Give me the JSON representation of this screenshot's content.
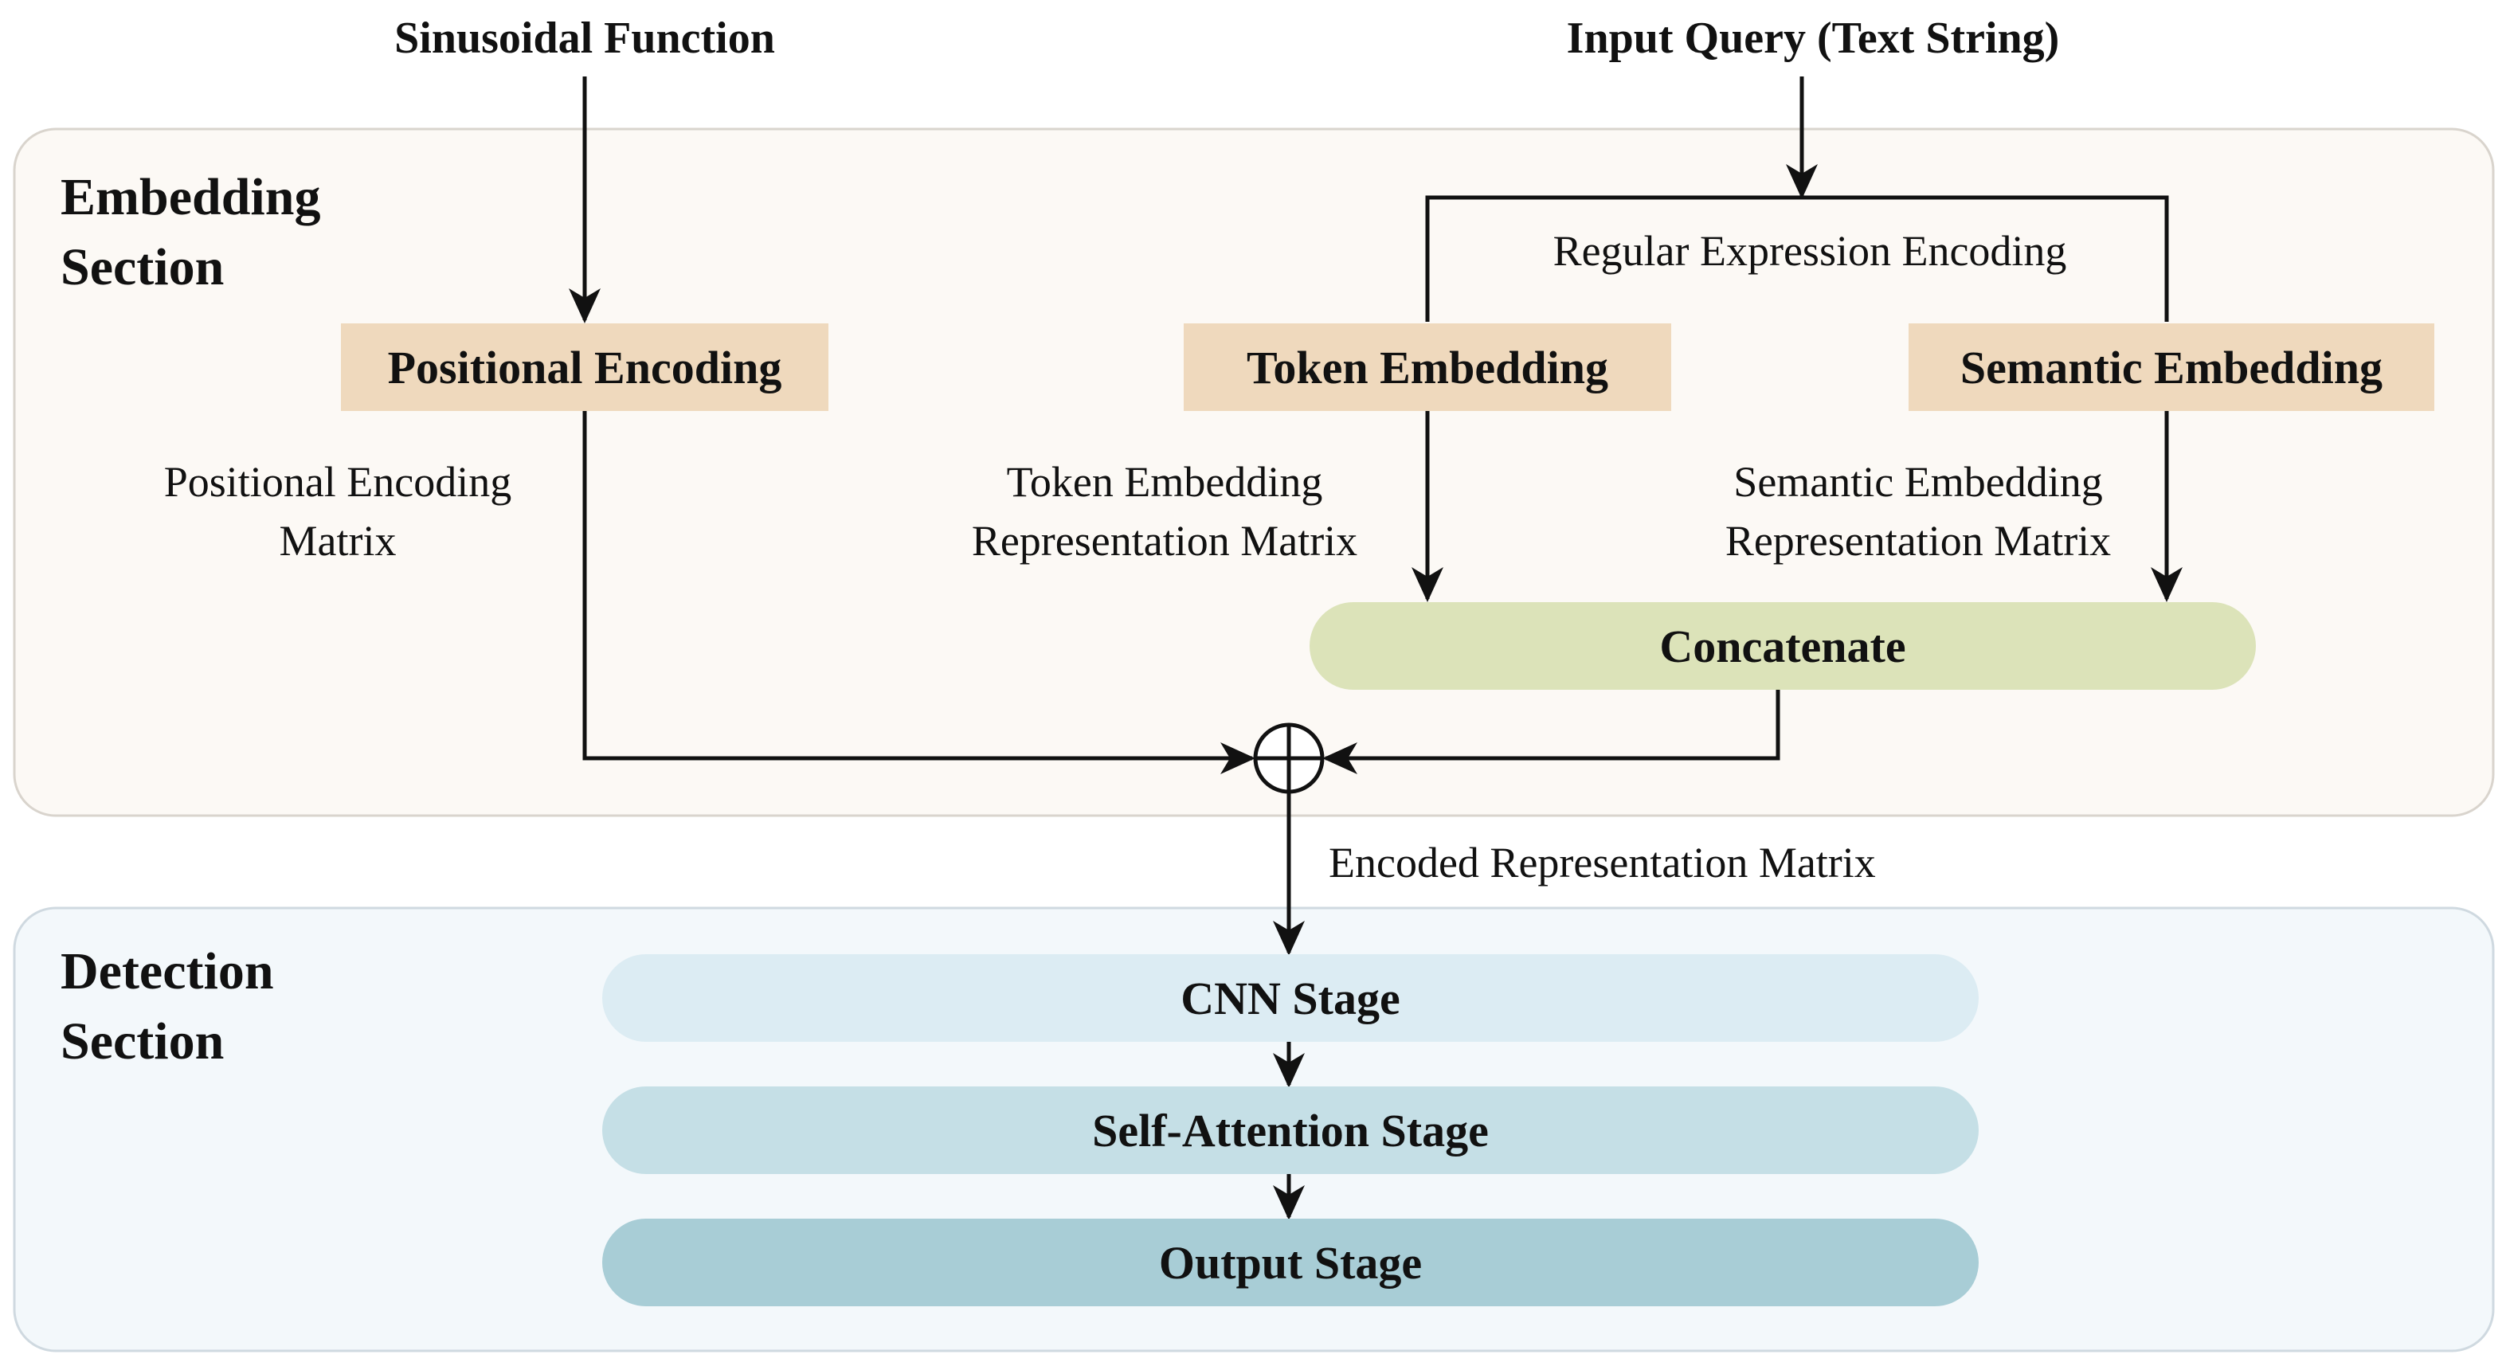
{
  "inputs": {
    "sinusoidal": "Sinusoidal Function",
    "query": "Input Query (Text String)"
  },
  "sections": {
    "embedding": {
      "label": "Embedding\nSection",
      "fill": "#fcf9f5",
      "stroke": "#d9d4cd"
    },
    "detection": {
      "label": "Detection\nSection",
      "fill": "#f3f8fb",
      "stroke": "#cfd9e0"
    }
  },
  "nodes": {
    "positional_encoding": "Positional Encoding",
    "token_embedding": "Token Embedding",
    "semantic_embedding": "Semantic Embedding",
    "concatenate": "Concatenate",
    "add_operator": "+",
    "cnn_stage": "CNN Stage",
    "self_attention_stage": "Self-Attention Stage",
    "output_stage": "Output Stage"
  },
  "edge_labels": {
    "regular_expression_encoding": "Regular Expression Encoding",
    "positional_encoding_matrix": "Positional Encoding\nMatrix",
    "token_embedding_matrix": "Token Embedding\nRepresentation Matrix",
    "semantic_embedding_matrix": "Semantic Embedding\nRepresentation Matrix",
    "encoded_representation_matrix": "Encoded Representation Matrix"
  },
  "colors": {
    "embedding_box": "#efd9bd",
    "concatenate": "#dce3b9",
    "cnn_stage": "#dcecf3",
    "self_attention_stage": "#c5dfe6",
    "output_stage": "#a8cdd6",
    "line": "#111111"
  }
}
